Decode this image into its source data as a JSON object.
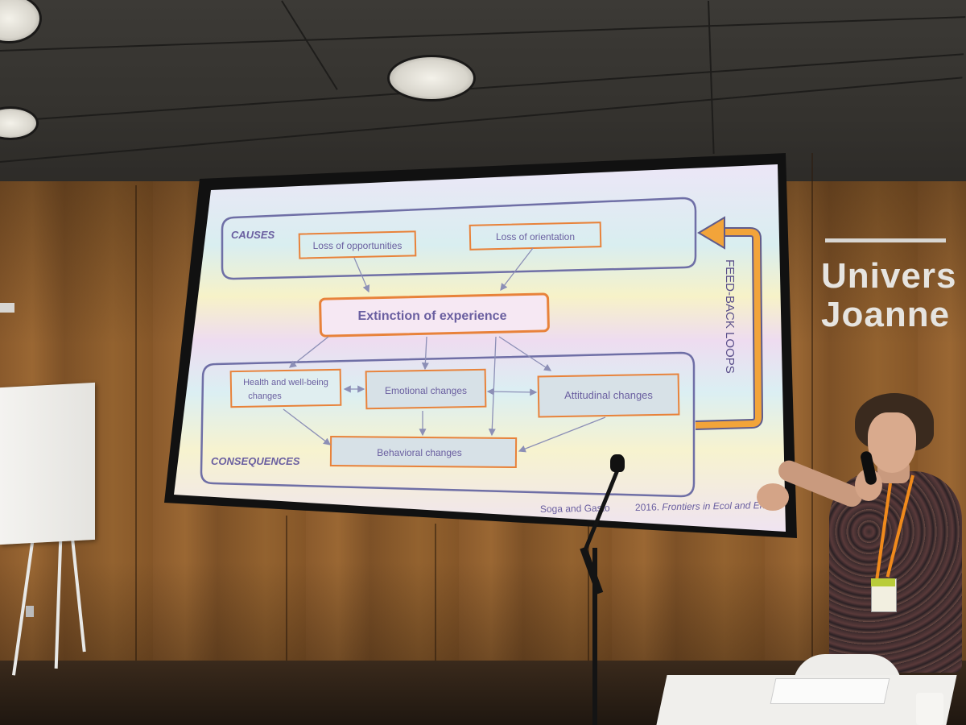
{
  "sign": {
    "line1": "Univers",
    "line2": "Joanne"
  },
  "slide": {
    "causes_label": "CAUSES",
    "cause_1": "Loss of opportunities",
    "cause_2": "Loss of orientation",
    "central": "Extinction of experience",
    "consequences_label": "CONSEQUENCES",
    "health_line1": "Health and well-being",
    "health_line2": "changes",
    "emotional": "Emotional changes",
    "attitudinal": "Attitudinal changes",
    "behavioral": "Behavioral changes",
    "feedback": "FEED-BACK LOOPS",
    "citation_plain": "Soga and Gasto",
    "citation_plain2": " 2016. ",
    "citation_italic": "Frontiers in Ecol and Env"
  },
  "colors": {
    "slide_box_border": "#6f6fa6",
    "slide_orange": "#e8823a",
    "slide_text": "#6a5fa0",
    "arrow_orange": "#f2a43a"
  }
}
